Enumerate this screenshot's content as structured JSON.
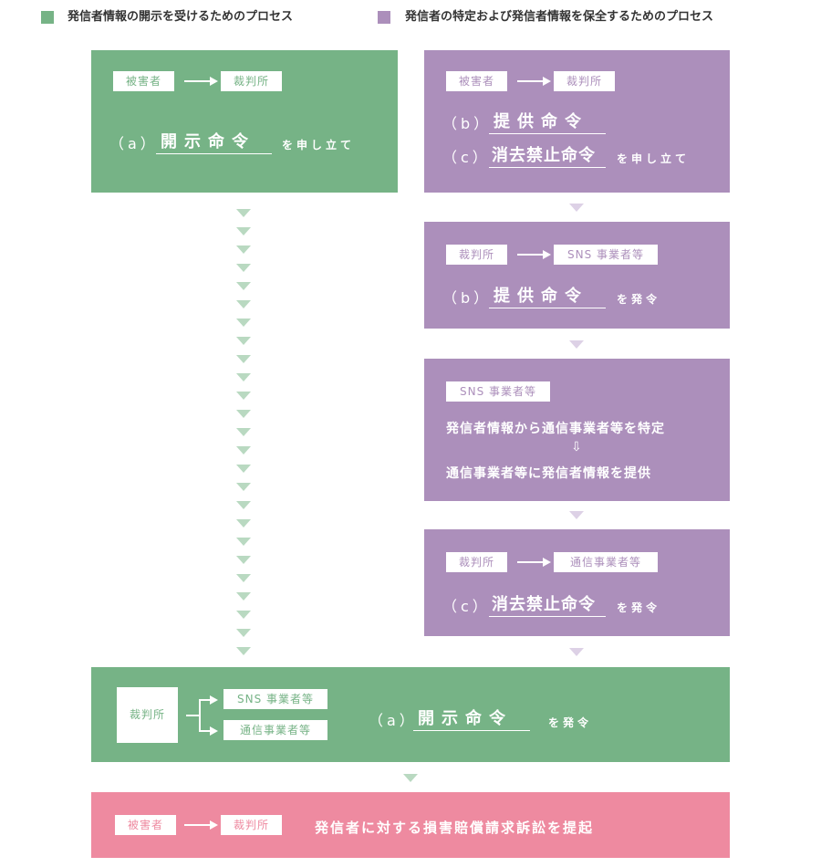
{
  "legend": [
    {
      "label": "発信者情報の開示を受けるためのプロセス",
      "color": "#76b386"
    },
    {
      "label": "発信者の特定および発信者情報を保全するためのプロセス",
      "color": "#ac8fbb"
    }
  ],
  "left_top": {
    "from": "被害者",
    "to": "裁判所",
    "paren": "（a）",
    "order": "開示命令",
    "suffix": "を申し立て"
  },
  "right_box1": {
    "from": "被害者",
    "to": "裁判所",
    "paren_b": "（b）",
    "order_b": "提供命令",
    "paren_c": "（c）",
    "order_c": "消去禁止命令",
    "suffix": "を申し立て"
  },
  "right_box2": {
    "from": "裁判所",
    "to": "SNS 事業者等",
    "paren": "（b）",
    "order": "提供命令",
    "suffix": "を発令"
  },
  "right_box3": {
    "tag": "SNS 事業者等",
    "line1": "発信者情報から通信事業者等を特定",
    "down_arrow": "⇩",
    "line2": "通信事業者等に発信者情報を提供"
  },
  "right_box4": {
    "from": "裁判所",
    "to": "通信事業者等",
    "paren": "（c）",
    "order": "消去禁止命令",
    "suffix": "を発令"
  },
  "bottom_green": {
    "from": "裁判所",
    "to1": "SNS 事業者等",
    "to2": "通信事業者等",
    "paren": "（a）",
    "order": "開示命令",
    "suffix": "を発令"
  },
  "bottom_pink": {
    "from": "被害者",
    "to": "裁判所",
    "text": "発信者に対する損害賠償請求訴訟を提起"
  }
}
